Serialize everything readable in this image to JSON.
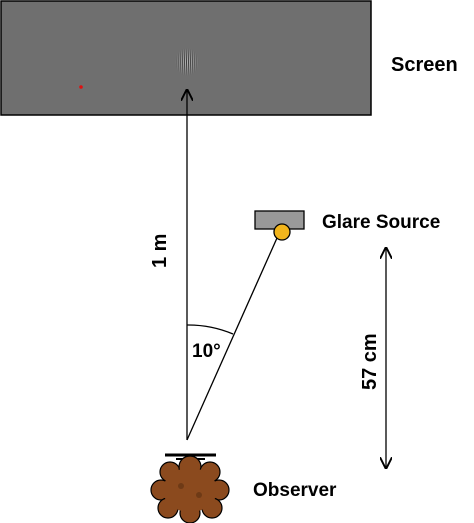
{
  "labels": {
    "screen": "Screen",
    "glare_source": "Glare Source",
    "observer": "Observer",
    "distance_screen": "1 m",
    "distance_glare": "57 cm",
    "angle": "10°"
  },
  "colors": {
    "screen_fill": "#6f6f6f",
    "glare_box_fill": "#999999",
    "glare_lamp_fill": "#f2b51c",
    "hair_fill": "#8b4a1e",
    "fixation_dot": "#e01010",
    "line": "#000000"
  },
  "icons": {
    "observer": "observer-head-icon",
    "glare": "glare-lamp-icon",
    "fixation": "fixation-dot-icon"
  }
}
